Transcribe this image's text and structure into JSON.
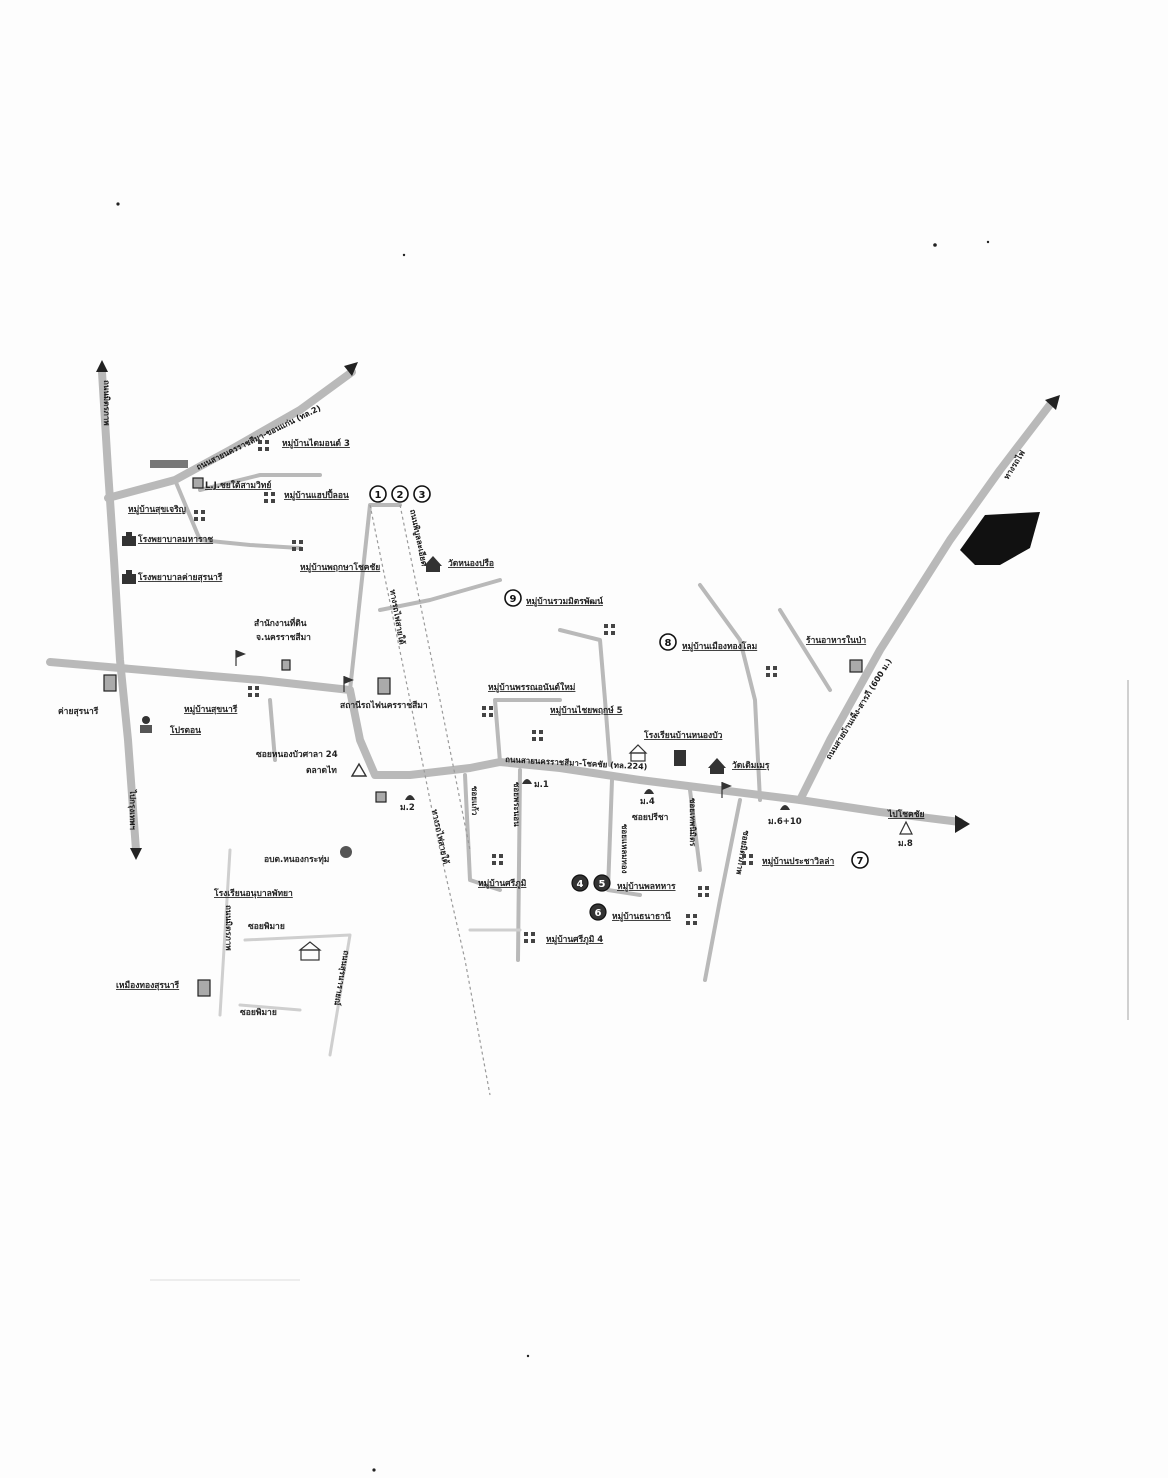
{
  "labels": {
    "top_road": "ถนนสายนครราชสีมา-ขอนแก่น (ทล.2)",
    "left_north_road": "ถนนมิตรภาพ",
    "left_south_road": "ไปกรุงเทพฯ",
    "main_road": "ถนนสายนครราชสีมา-โชคชัย (ทล.224)",
    "to_chokchai": "ไปโชคชัย",
    "right_diag_road": "ถนนสายบ้านเพ็ง-สารภี (600 ม.)",
    "right_top_road": "ทางรถไฟ",
    "rail_label_1": "ทางรถไฟสายใต้",
    "rail_label_2": "ทางรถไฟสายใต้",
    "rail_upper": "ถนนพิบูลละเอียด",
    "village_top_3": "หมู่บ้านไดมอนด์ 3",
    "lj_school": "L.J.ชยใต้สามวิทย์",
    "village_123": "หมู่บ้านแฮปปี้ลอน",
    "village_left_1": "หมู่บ้านสุขเจริญ",
    "hospital_1": "โรงพยาบาลมหาราช",
    "hospital_2": "โรงพยาบาลค่ายสุรนารี",
    "village_mid_top": "หมู่บ้านพฤกษาโชคชัย",
    "temple_top": "วัดหนองปรือ",
    "village_9": "หมู่บ้านรวมมิตรพัฒน์",
    "village_8": "หมู่บ้านเมืองทองโลม",
    "village_right_1": "ร้านอาหารในป่า",
    "office_top": "สำนักงานที่ดิน",
    "office_top_2": "จ.นครราชสีมา",
    "camp": "ค่ายสุรนารี",
    "village_mid_left": "หมู่บ้านสุขนารี",
    "station": "สถานีรถไฟนครราชสีมา",
    "proxy_left": "โปรตอน",
    "village_mid_2": "หมู่บ้านพรรณอนันต์ใหม่",
    "village_mid_3": "หมู่บ้านไชยพฤกษ์ 5",
    "school_mid": "โรงเรียนบ้านหนองบัว",
    "temple_right": "วัดเดิมเมรุ",
    "soi_24": "ซอยหนองบัวศาลา 24",
    "market": "ตลาดไท",
    "moo_2": "ม.2",
    "moo_1": "ม.1",
    "moo_4": "ม.4",
    "moo_610": "ม.6+10",
    "moo_8": "ม.8",
    "soi_mid_1": "ซอยแก้ว",
    "soi_mid_2": "ซอยพระนอน",
    "soi_mid_3": "ซอยปรีชา",
    "soi_mid_4": "ซอยแหลมทอง",
    "soi_mid_5": "ซอยเทพนิมิตร",
    "village_7": "หมู่บ้านประชาวิลล่า",
    "village_45": "หมู่บ้านพลทหาร",
    "village_6": "หมู่บ้านธนาธานี",
    "village_low_1": "หมู่บ้านศรีภูมิ",
    "village_low_2": "หมู่บ้านศรีภูมิ 4",
    "admin_low": "อบต.หนองกระทุ่ม",
    "school_low": "โรงเรียนอนุบาลพัทยา",
    "soi_low_1": "ซอยมิตรภาพ",
    "soi_low_2": "ซอยพิมาย",
    "soi_low_3": "ซอยพิมาย",
    "road_low_v": "ถนนมิตรภาพ",
    "road_low_v2": "ถนนสุรนารายณ์",
    "mall_low": "เหมืองทองสุรนารี"
  },
  "markers": {
    "n1": "1",
    "n2": "2",
    "n3": "3",
    "n4": "4",
    "n5": "5",
    "n6": "6",
    "n7": "7",
    "n8": "8",
    "n9": "9"
  },
  "icons": {
    "village": "village-houses-icon",
    "hospital": "hospital-icon",
    "temple": "temple-icon",
    "box": "building-icon",
    "shrine": "shrine-icon"
  }
}
